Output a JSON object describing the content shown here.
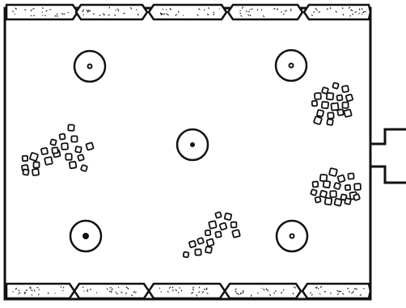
{
  "diagram": {
    "stroke_color": "#111111",
    "background_color": "#ffffff",
    "top_wall_block_count": 5,
    "bottom_wall_block_count": 5,
    "ring_marker_count": 5,
    "dot_marker_count": 1,
    "particle_cluster_count": 4,
    "side_connector": "right"
  }
}
